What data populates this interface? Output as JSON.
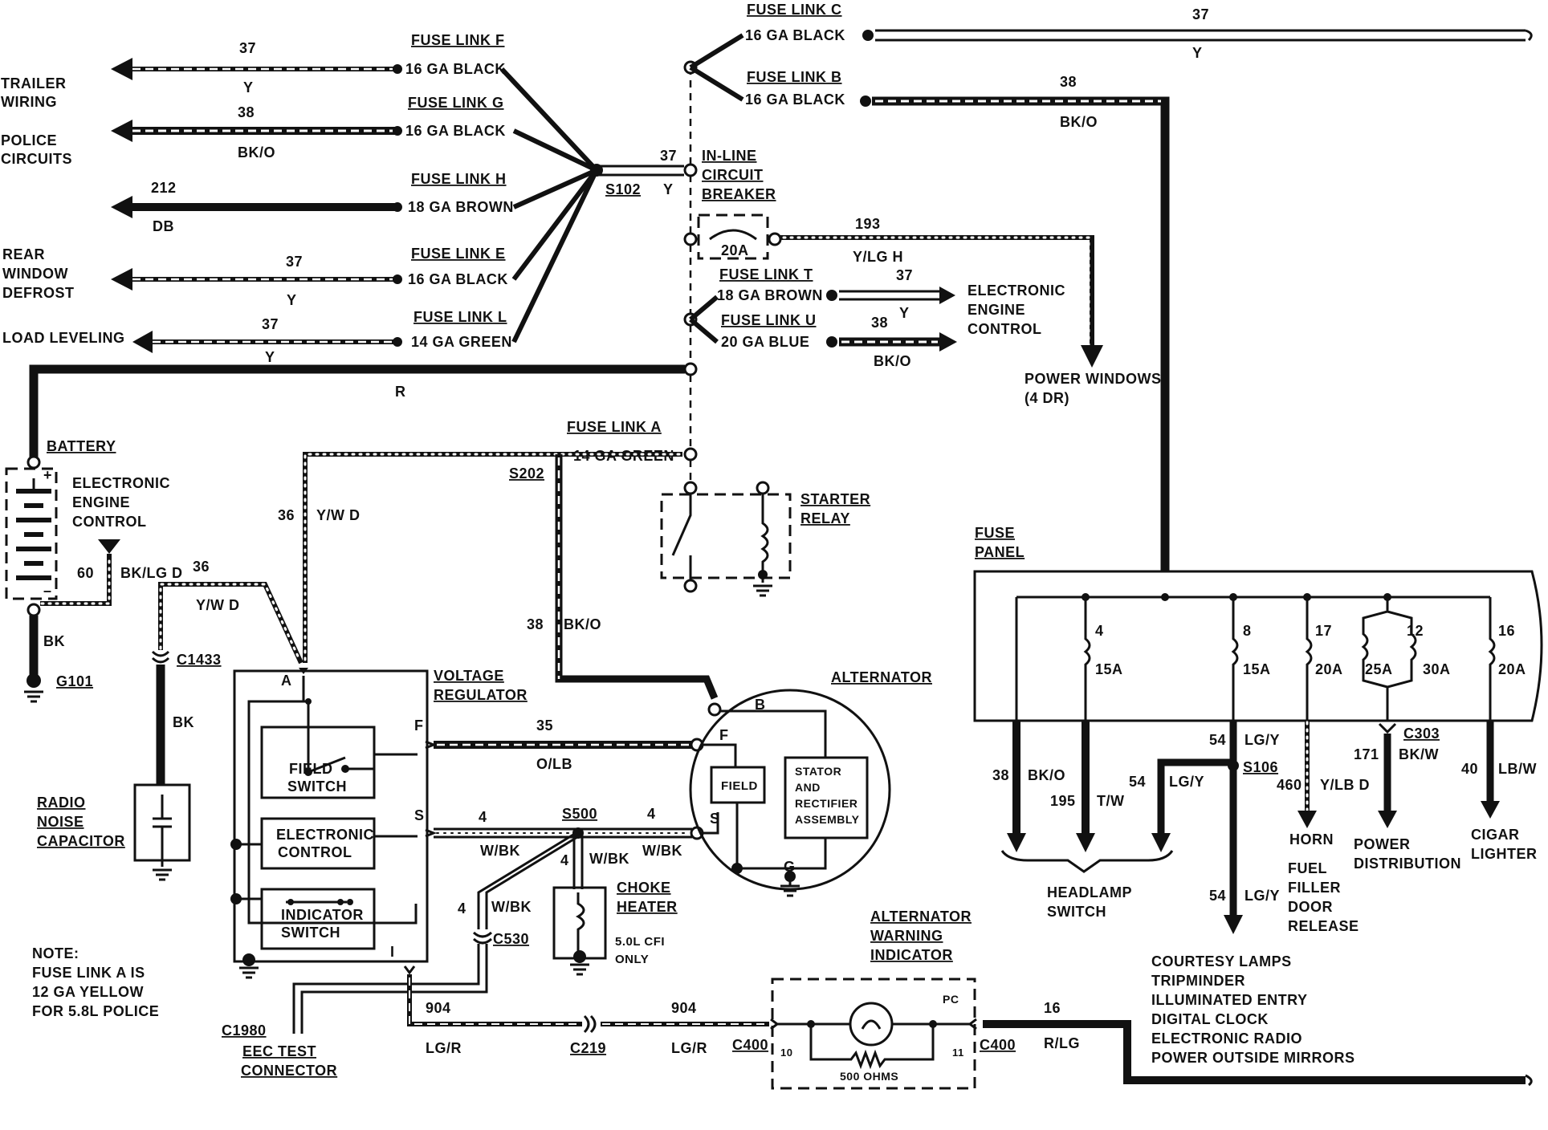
{
  "left_outputs": {
    "trailer": {
      "label_1": "TRAILER",
      "label_2": "WIRING",
      "circuit": "37",
      "color": "Y",
      "fuse_link": "FUSE LINK F",
      "wire": "16 GA BLACK"
    },
    "police": {
      "label_1": "POLICE",
      "label_2": "CIRCUITS",
      "circuit": "38",
      "color": "BK/O",
      "fuse_link": "FUSE LINK G",
      "wire": "16 GA BLACK"
    },
    "db": {
      "circuit": "212",
      "color": "DB",
      "fuse_link": "FUSE LINK H",
      "wire": "18 GA BROWN"
    },
    "defrost": {
      "label_1": "REAR",
      "label_2": "WINDOW",
      "label_3": "DEFROST",
      "circuit": "37",
      "color": "Y",
      "fuse_link": "FUSE LINK E",
      "wire": "16 GA BLACK"
    },
    "leveling": {
      "label": "LOAD LEVELING",
      "circuit": "37",
      "color": "Y",
      "fuse_link": "FUSE LINK L",
      "wire": "14 GA GREEN"
    }
  },
  "s102": {
    "label": "S102",
    "circuit": "37",
    "color": "Y"
  },
  "top_links": {
    "c": {
      "fuse_link": "FUSE LINK C",
      "wire": "16 GA BLACK",
      "circuit": "37",
      "color": "Y"
    },
    "b": {
      "fuse_link": "FUSE LINK B",
      "wire": "16 GA BLACK",
      "circuit": "38",
      "color": "BK/O"
    }
  },
  "breaker": {
    "line_1": "IN-LINE",
    "line_2": "CIRCUIT",
    "line_3": "BREAKER",
    "rating": "20A",
    "circuit": "193",
    "color": "Y/LG H"
  },
  "link_t": {
    "fuse_link": "FUSE LINK T",
    "wire": "18 GA BROWN",
    "circuit": "37",
    "color": "Y"
  },
  "link_u": {
    "fuse_link": "FUSE LINK U",
    "wire": "20 GA BLUE",
    "circuit": "38",
    "color": "BK/O"
  },
  "eec_top": {
    "line_1": "ELECTRONIC",
    "line_2": "ENGINE",
    "line_3": "CONTROL"
  },
  "power_windows": {
    "line_1": "POWER WINDOWS",
    "line_2": "(4 DR)"
  },
  "battery_lead": {
    "color": "R"
  },
  "battery": {
    "label": "BATTERY",
    "eec_1": "ELECTRONIC",
    "eec_2": "ENGINE",
    "eec_3": "CONTROL",
    "circuit": "60",
    "color": "BK/LG D",
    "ground_color": "BK",
    "ground": "G101",
    "plus": "+",
    "minus": "–"
  },
  "link_a": {
    "fuse_link": "FUSE LINK A",
    "wire": "14 GA GREEN",
    "splice": "S202"
  },
  "relay": {
    "line_1": "STARTER",
    "line_2": "RELAY"
  },
  "w36_upper": {
    "circuit": "36",
    "color": "Y/W D"
  },
  "w36_lower": {
    "circuit": "36",
    "color": "Y/W D"
  },
  "w38": {
    "circuit": "38",
    "color": "BK/O"
  },
  "c1433": {
    "label": "C1433",
    "color": "BK"
  },
  "capacitor": {
    "line_1": "RADIO",
    "line_2": "NOISE",
    "line_3": "CAPACITOR"
  },
  "regulator": {
    "line_1": "VOLTAGE",
    "line_2": "REGULATOR",
    "term_a": "A",
    "term_f": "F",
    "term_s": "S",
    "term_i": "I",
    "field_1": "FIELD",
    "field_2": "SWITCH",
    "ec_1": "ELECTRONIC",
    "ec_2": "CONTROL",
    "ind_1": "INDICATOR",
    "ind_2": "SWITCH"
  },
  "w35": {
    "circuit": "35",
    "color": "O/LB"
  },
  "w4": {
    "circuit": "4",
    "color": "W/BK",
    "splice": "S500"
  },
  "w4_down": {
    "circuit": "4",
    "color": "W/BK"
  },
  "w4_c530": {
    "circuit": "4",
    "color": "W/BK",
    "connector": "C530"
  },
  "choke": {
    "line_1": "CHOKE",
    "line_2": "HEATER",
    "note_1": "5.0L CFI",
    "note_2": "ONLY"
  },
  "alternator": {
    "label": "ALTERNATOR",
    "term_b": "B",
    "term_f": "F",
    "term_s": "S",
    "term_g": "G",
    "field": "FIELD",
    "sra_1": "STATOR",
    "sra_2": "AND",
    "sra_3": "RECTIFIER",
    "sra_4": "ASSEMBLY"
  },
  "note": {
    "line_1": "NOTE:",
    "line_2": "FUSE LINK A IS",
    "line_3": "12 GA YELLOW",
    "line_4": "FOR 5.8L POLICE"
  },
  "eec_test": {
    "connector": "C1980",
    "line_1": "EEC TEST",
    "line_2": "CONNECTOR"
  },
  "w904": {
    "circuit_left": "904",
    "circuit_right": "904",
    "color_left": "LG/R",
    "color_right": "LG/R",
    "connector": "C219"
  },
  "warning": {
    "line_1": "ALTERNATOR",
    "line_2": "WARNING",
    "line_3": "INDICATOR",
    "pc": "PC",
    "pin_10": "10",
    "pin_11": "11",
    "resistor": "500 OHMS",
    "c400_left": "C400",
    "c400_right": "C400"
  },
  "w16": {
    "circuit": "16",
    "color": "R/LG"
  },
  "fuse_panel": {
    "line_1": "FUSE",
    "line_2": "PANEL",
    "fuses": [
      {
        "number": "4",
        "rating": "15A"
      },
      {
        "number": "8",
        "rating": "15A"
      },
      {
        "number": "17",
        "rating": "20A"
      },
      {
        "number": "12",
        "rating_a": "25A",
        "rating_b": "30A"
      },
      {
        "number": "16",
        "rating": "20A"
      }
    ]
  },
  "w38_down": {
    "circuit": "38",
    "color": "BK/O"
  },
  "w195": {
    "circuit": "195",
    "color": "T/W"
  },
  "w54_branch": {
    "circuit": "54",
    "color": "LG/Y"
  },
  "w54_top": {
    "circuit": "54",
    "color": "LG/Y",
    "splice": "S106"
  },
  "w54_low": {
    "circuit": "54",
    "color": "LG/Y"
  },
  "w460": {
    "circuit": "460",
    "color": "Y/LB D"
  },
  "w171": {
    "circuit": "171",
    "color": "BK/W",
    "connector": "C303"
  },
  "w40": {
    "circuit": "40",
    "color": "LB/W"
  },
  "headlamp": {
    "line_1": "HEADLAMP",
    "line_2": "SWITCH"
  },
  "horn": {
    "label": "HORN"
  },
  "power_dist": {
    "line_1": "POWER",
    "line_2": "DISTRIBUTION"
  },
  "cigar": {
    "line_1": "CIGAR",
    "line_2": "LIGHTER"
  },
  "fuel_door": {
    "line_1": "FUEL",
    "line_2": "FILLER",
    "line_3": "DOOR",
    "line_4": "RELEASE"
  },
  "courtesy": {
    "lines": [
      "COURTESY LAMPS",
      "TRIPMINDER",
      "ILLUMINATED ENTRY",
      "DIGITAL CLOCK",
      "ELECTRONIC RADIO",
      "POWER OUTSIDE MIRRORS"
    ]
  }
}
